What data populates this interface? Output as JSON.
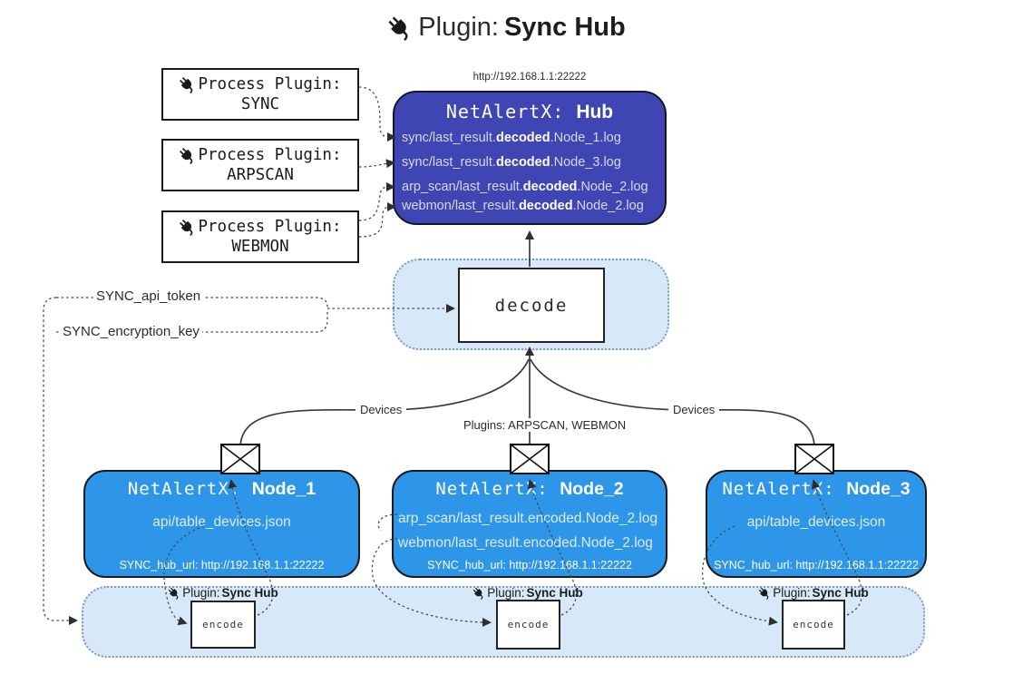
{
  "title": {
    "icon": "plug-icon",
    "prefix": "Plugin: ",
    "bold": "Sync Hub"
  },
  "hub": {
    "url": "http://192.168.1.1:22222",
    "name_prefix": "NetAlertX: ",
    "name_bold": "Hub",
    "logs": [
      {
        "pre": "sync/last_result.",
        "bold": "decoded",
        "post": ".Node_1.log"
      },
      {
        "pre": "sync/last_result.",
        "bold": "decoded",
        "post": ".Node_3.log"
      },
      {
        "pre": "arp_scan/last_result.",
        "bold": "decoded",
        "post": ".Node_2.log"
      },
      {
        "pre": "webmon/last_result.",
        "bold": "decoded",
        "post": ".Node_2.log"
      }
    ]
  },
  "process_plugins": [
    {
      "icon": "plug-icon",
      "label": "Process Plugin:",
      "name": "SYNC"
    },
    {
      "icon": "plug-icon",
      "label": "Process Plugin:",
      "name": "ARPSCAN"
    },
    {
      "icon": "plug-icon",
      "label": "Process Plugin:",
      "name": "WEBMON"
    }
  ],
  "settings": {
    "api_token": "SYNC_api_token",
    "encryption_key": "SYNC_encryption_key"
  },
  "decode": {
    "label": "decode"
  },
  "edges": {
    "devices_left": "Devices",
    "devices_right": "Devices",
    "plugins_center": "Plugins: ARPSCAN, WEBMON"
  },
  "nodes": [
    {
      "name_prefix": "NetAlertX: ",
      "name_bold": "Node_1",
      "files": [
        "api/table_devices.json"
      ],
      "footer": "SYNC_hub_url: http://192.168.1.1:22222"
    },
    {
      "name_prefix": "NetAlertX: ",
      "name_bold": "Node_2",
      "files": [
        "arp_scan/last_result.encoded.Node_2.log",
        "webmon/last_result.encoded.Node_2.log"
      ],
      "footer": "SYNC_hub_url: http://192.168.1.1:22222"
    },
    {
      "name_prefix": "NetAlertX: ",
      "name_bold": "Node_3",
      "files": [
        "api/table_devices.json"
      ],
      "footer": "SYNC_hub_url: http://192.168.1.1:22222"
    }
  ],
  "encode_band": {
    "plugin_icon": "plug-icon",
    "plugin_prefix": "Plugin: ",
    "plugin_bold": "Sync Hub",
    "encode_label": "encode"
  },
  "colors": {
    "hub_bg": "#3F45B2",
    "node_bg": "#2E96E8",
    "band_bg": "#D7E9F9",
    "line": "#3a3a3a",
    "hub_log_text": "#d7d9ea",
    "node_file_text": "#DCEBFA"
  }
}
